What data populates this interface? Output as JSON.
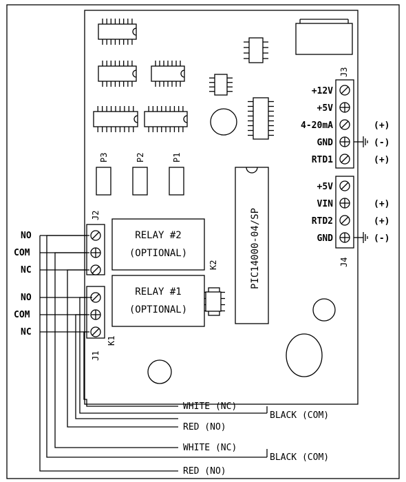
{
  "board": {
    "j3": {
      "label": "J3",
      "pins": [
        {
          "name": "+12V",
          "polarity": ""
        },
        {
          "name": "+5V",
          "polarity": ""
        },
        {
          "name": "4-20mA",
          "polarity": "(+)"
        },
        {
          "name": "GND",
          "polarity": "(-)"
        },
        {
          "name": "RTD1",
          "polarity": "(+)"
        }
      ]
    },
    "j4": {
      "label": "J4",
      "pins": [
        {
          "name": "+5V",
          "polarity": ""
        },
        {
          "name": "VIN",
          "polarity": "(+)"
        },
        {
          "name": "RTD2",
          "polarity": "(+)"
        },
        {
          "name": "GND",
          "polarity": "(-)"
        }
      ]
    },
    "j2": {
      "label": "J2"
    },
    "j1": {
      "label": "J1"
    },
    "k2": {
      "label": "K2"
    },
    "k1": {
      "label": "K1"
    },
    "relay2": {
      "line1": "RELAY #2",
      "line2": "(OPTIONAL)"
    },
    "relay1": {
      "line1": "RELAY #1",
      "line2": "(OPTIONAL)"
    },
    "chip": {
      "label": "PIC14000-04/SP"
    },
    "pots": [
      "P3",
      "P2",
      "P1"
    ]
  },
  "contacts": {
    "upper": [
      "NO",
      "COM",
      "NC"
    ],
    "lower": [
      "NO",
      "COM",
      "NC"
    ]
  },
  "wires": {
    "white1": "WHITE (NC)",
    "black1": "BLACK (COM)",
    "red1": "RED (NO)",
    "white2": "WHITE (NC)",
    "black2": "BLACK (COM)",
    "red2": "RED (NO)"
  }
}
